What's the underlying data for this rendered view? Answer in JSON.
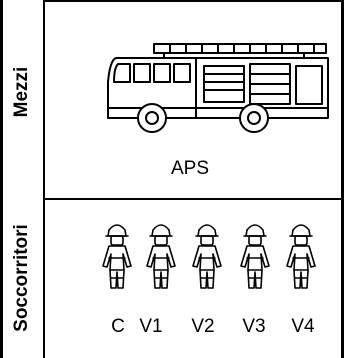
{
  "sections": {
    "vehicles_label": "Mezzi",
    "rescuers_label": "Soccorritori"
  },
  "vehicle": {
    "icon": "fire-truck-icon",
    "caption": "APS"
  },
  "rescuers": [
    {
      "icon": "firefighter-icon",
      "label": "C"
    },
    {
      "icon": "firefighter-icon",
      "label": "V1"
    },
    {
      "icon": "firefighter-icon",
      "label": "V2"
    },
    {
      "icon": "firefighter-icon",
      "label": "V3"
    },
    {
      "icon": "firefighter-icon",
      "label": "V4"
    }
  ]
}
